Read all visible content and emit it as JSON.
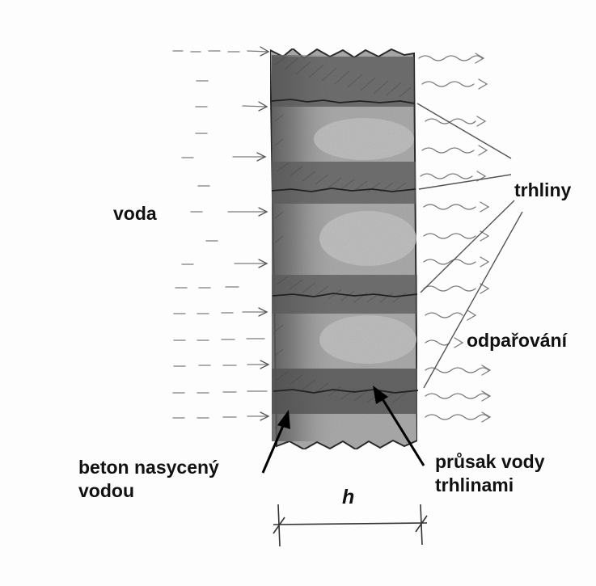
{
  "labels": {
    "water": "voda",
    "cracks": "trhliny",
    "evaporation": "odpařování",
    "saturated_concrete_line1": "beton nasycený",
    "saturated_concrete_line2": "vodou",
    "seepage_line1": "průsak vody",
    "seepage_line2": "trhlinami",
    "thickness": "h"
  },
  "colors": {
    "ink": "#111111",
    "concrete": "#a9a9a9",
    "saturated": "#5f5f5f",
    "pencil": "#8a8a8a"
  }
}
